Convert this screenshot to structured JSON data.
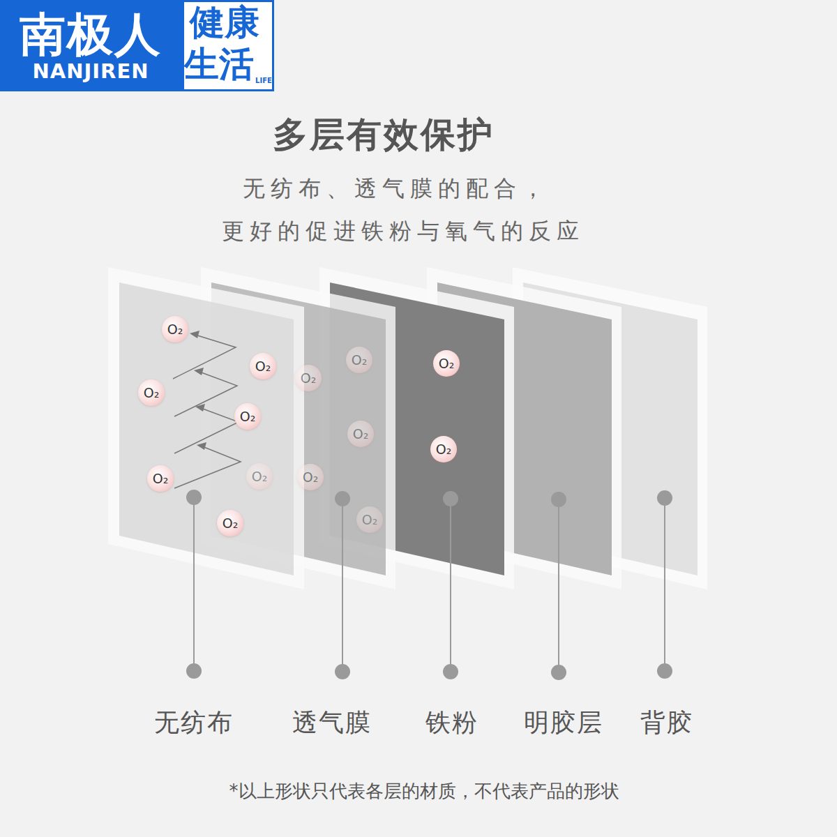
{
  "diagram": {
    "title": "多层有效保护",
    "caption": "*以上形状只代表各层的材质，不代表产品的形状",
    "nodes": [
      {
        "text": [
          "O₂"
        ]
      },
      {
        "text": [
          "O₂"
        ]
      },
      {
        "text": [
          "O₂"
        ]
      },
      {
        "text": [
          "O₂"
        ]
      },
      {
        "text": [
          "O₂"
        ]
      },
      {
        "text": [
          "O₂"
        ]
      },
      {
        "text": [
          "O₂"
        ]
      },
      {
        "text": [
          "O₂"
        ]
      },
      {
        "text": [
          "O₂"
        ]
      },
      {
        "text": [
          "O₂"
        ]
      },
      {
        "text": [
          "O₂"
        ]
      },
      {
        "text": [
          "O₂"
        ]
      },
      {
        "text": [
          "O₂"
        ]
      },
      {
        "text": [
          "O₂"
        ]
      }
    ],
    "labels": [
      "南极人",
      "NANJIREN",
      "健康",
      "生活",
      "LIFE",
      "无纺布、透气膜的配合，",
      "更好的促进铁粉与氧气的反应",
      "无纺布",
      "透气膜",
      "铁粉",
      "明胶层",
      "背胶"
    ]
  }
}
